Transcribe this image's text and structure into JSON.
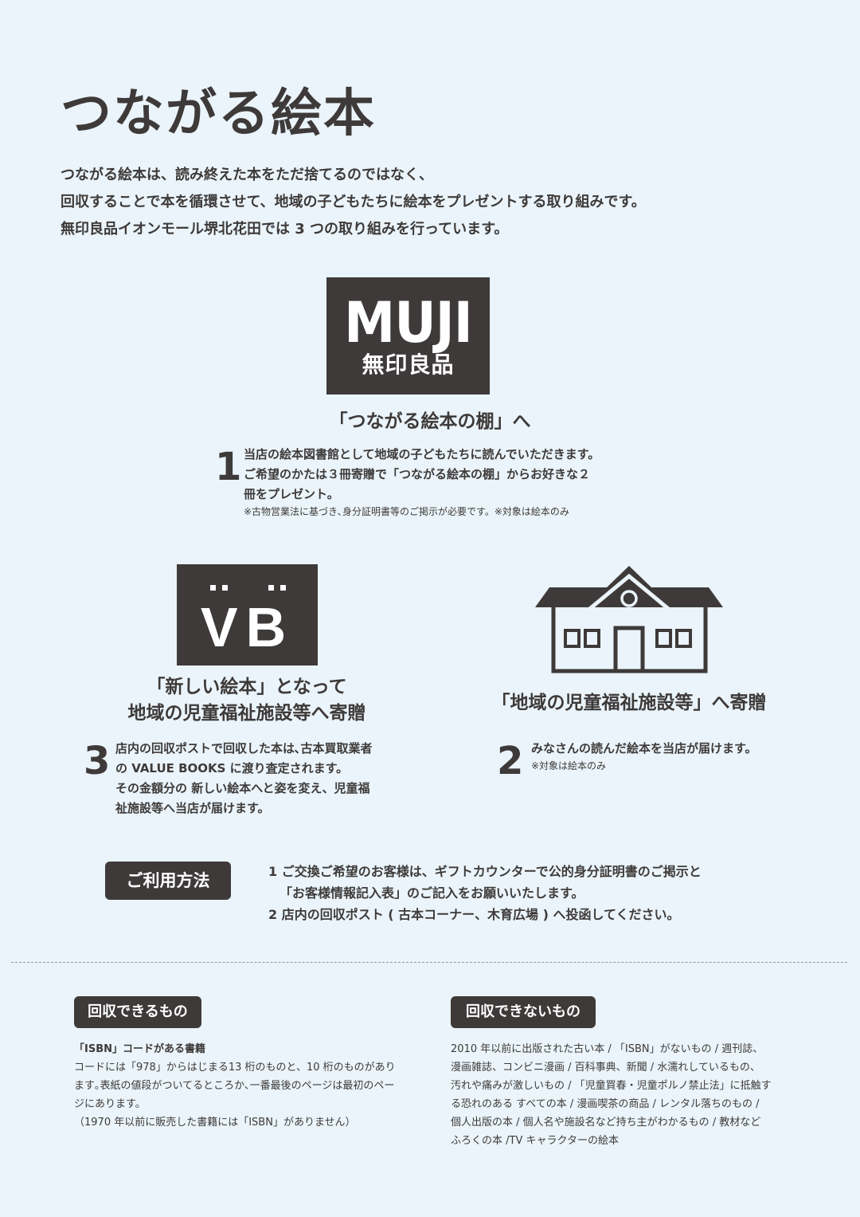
{
  "header": {
    "title": "つながる絵本",
    "intro": [
      "つながる絵本は、読み終えた本をただ捨てるのではなく、",
      "回収することで本を循環させて、地域の子どもたちに絵本をプレゼントする取り組みです。",
      "無印良品イオンモール堺北花田では 3 つの取り組みを行っています。"
    ]
  },
  "muji": {
    "logo_en": "MUJI",
    "logo_ja": "無印良品",
    "heading": "「つながる絵本の棚」へ",
    "number": "1",
    "lines": [
      "当店の絵本図書館として地域の子どもたちに読んでいただきます。",
      "ご希望のかたは３冊寄贈で「つながる絵本の棚」からお好きな２",
      "冊をプレゼント。"
    ],
    "note": "※古物営業法に基づき､身分証明書等のご掲示が必要です。※対象は絵本のみ"
  },
  "vb": {
    "logo_text": "VB",
    "heading_lines": [
      "「新しい絵本」となって",
      "地域の児童福祉施設等へ寄贈"
    ],
    "number": "3",
    "lines": [
      "店内の回収ポストで回収した本は､古本買取業者",
      "の VALUE BOOKS に渡り査定されます。",
      "その金額分の 新しい絵本へと姿を変え、児童福",
      "祉施設等へ当店が届けます。"
    ]
  },
  "house": {
    "icon": "house-icon",
    "heading": "「地域の児童福祉施設等」へ寄贈",
    "number": "2",
    "line": "みなさんの読んだ絵本を当店が届けます。",
    "note": "※対象は絵本のみ"
  },
  "usage": {
    "badge": "ご利用方法",
    "lines": [
      "1  ご交換ご希望のお客様は、ギフトカウンターで公的身分証明書のご掲示と",
      "「お客様情報記入表」のご記入をお願いいたします。",
      "2  店内の回収ポスト ( 古本コーナー、木育広場 ) へ投函してください。"
    ]
  },
  "accept": {
    "badge": "回収できるもの",
    "subtitle": "「ISBN」コードがある書籍",
    "lines": [
      "コードには「978」からはじまる13 桁のものと、10 桁のものがあり",
      "ます｡表紙の値段がついてるところか､一番最後のページは最初のペー",
      "ジにあります。",
      "（1970 年以前に販売した書籍には「ISBN」がありません）"
    ]
  },
  "reject": {
    "badge": "回収できないもの",
    "lines": [
      "2010 年以前に出版された古い本 / 「ISBN」がないもの / 週刊誌、",
      "漫画雑誌、コンビニ漫画 / 百科事典、新聞 / 水濡れしているもの、",
      "汚れや痛みが激しいもの / 「児童買春・児童ポルノ禁止法」に抵触す",
      "る恐れのある すべての本 / 漫画喫茶の商品 / レンタル落ちのもの /",
      "個人出版の本 / 個人名や施設名など持ち主がわかるもの / 教材など",
      "ふろくの本 /TV キャラクターの絵本"
    ]
  },
  "colors": {
    "text": "#3e3a39",
    "background": "#eaf4fa",
    "badge": "#3e3a39"
  }
}
